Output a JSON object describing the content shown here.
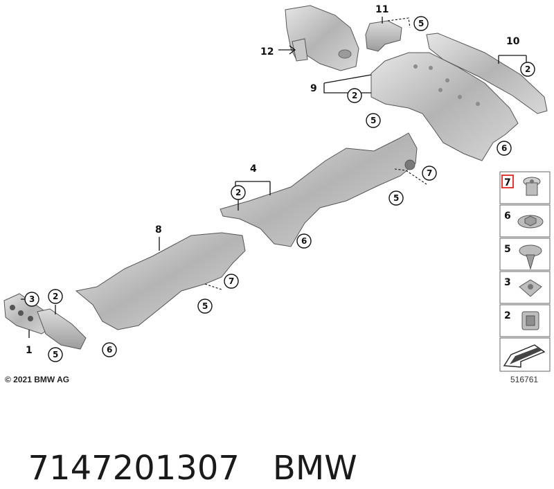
{
  "diagram": {
    "part_labels": [
      "1",
      "4",
      "8",
      "9",
      "10",
      "11",
      "12"
    ],
    "ref_labels": [
      "2",
      "3",
      "5",
      "6",
      "7"
    ],
    "legend": {
      "items": [
        "7",
        "6",
        "5",
        "3",
        "2"
      ],
      "highlighted": "7",
      "highlight_color": "#e53935"
    },
    "copyright": "© 2021 BMW AG",
    "diagram_id": "516761"
  },
  "caption": {
    "part_number": "7147201307",
    "brand": "BMW"
  }
}
